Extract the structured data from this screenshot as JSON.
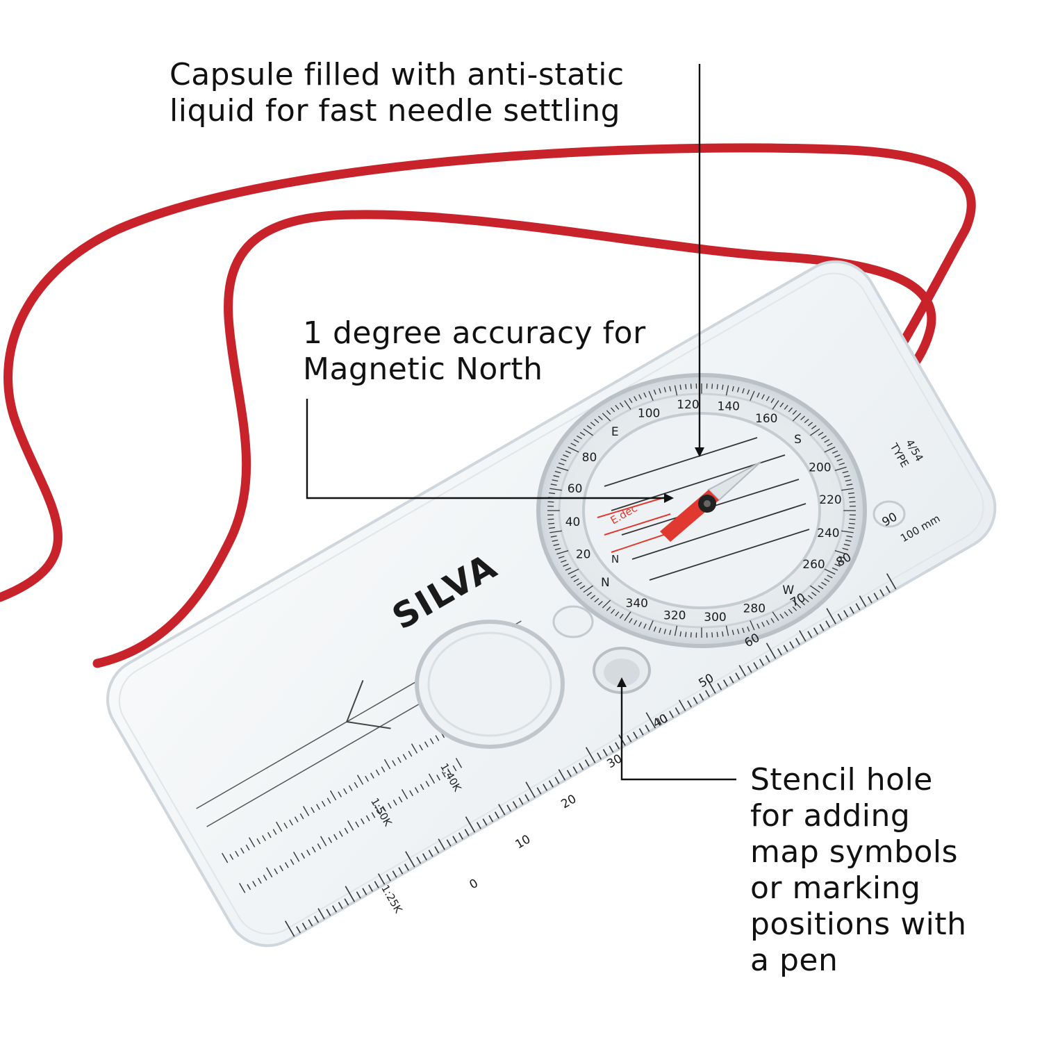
{
  "callouts": [
    {
      "lines": [
        "Capsule filled with anti-static",
        "liquid for fast needle settling"
      ]
    },
    {
      "lines": [
        "1 degree accuracy for",
        "Magnetic North"
      ]
    },
    {
      "lines": [
        "Stencil hole",
        "for adding",
        "map symbols",
        "or marking",
        "positions with",
        "a pen"
      ]
    }
  ],
  "product": {
    "brand": "SILVA",
    "model_label_1": "TYPE",
    "model_label_2": "4/54",
    "ruler_unit": "100 mm",
    "scale_1": "1:25K",
    "scale_2": "1:50K",
    "scale_3": "1:40K",
    "bezel_numbers": [
      "80",
      "E",
      "100",
      "120",
      "140",
      "160",
      "S",
      "200",
      "220",
      "240",
      "260",
      "W",
      "280",
      "300",
      "320",
      "340",
      "N",
      "20",
      "40",
      "60"
    ],
    "ruler_numbers": [
      "0",
      "10",
      "20",
      "30",
      "40",
      "50",
      "60",
      "70",
      "80",
      "90"
    ],
    "needle_north": "N",
    "declination_label": "E.dec",
    "colors": {
      "cord": "#c8232a",
      "needle": "#e03a30",
      "plate_edge": "#cfd6dc",
      "text": "#111111"
    }
  },
  "icons": [
    "cord-icon",
    "needle-icon",
    "magnifier-icon",
    "stencil-hole-icon"
  ]
}
